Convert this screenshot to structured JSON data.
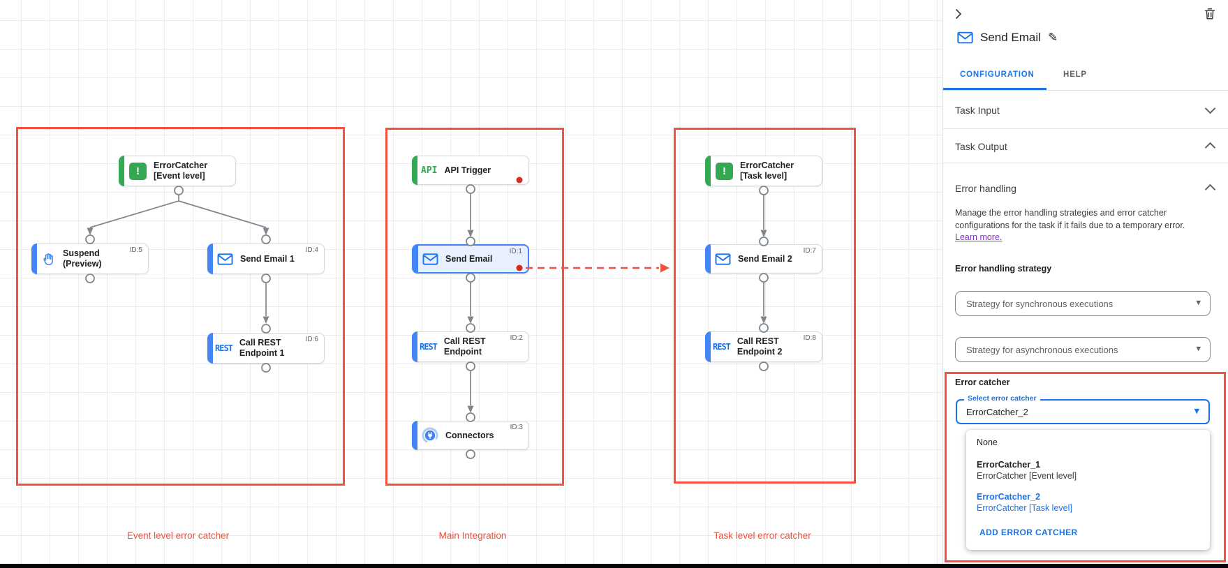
{
  "colors": {
    "annotation_red": "#f4503c",
    "accent_blue": "#1a73e8",
    "task_blue": "#4285f4",
    "trigger_green": "#34a853",
    "breakpoint_dot_red": "#d62d20",
    "selected_node_bg": "#e8f0fe",
    "link_purple": "#8430ce"
  },
  "canvas": {
    "groups": [
      {
        "caption": "Event level error catcher"
      },
      {
        "caption": "Main Integration"
      },
      {
        "caption": "Task level error catcher"
      }
    ],
    "icon_labels": {
      "api": "API",
      "rest": "REST"
    },
    "nodes": {
      "ec_event": {
        "line1": "ErrorCatcher",
        "line2": "[Event level]"
      },
      "suspend": {
        "line1": "Suspend",
        "line2": "(Preview)",
        "id": "ID:5"
      },
      "send1": {
        "line1": "Send Email 1",
        "id": "ID:4"
      },
      "rest1": {
        "line1": "Call REST",
        "line2": "Endpoint 1",
        "id": "ID:6"
      },
      "api": {
        "line1": "API Trigger"
      },
      "send": {
        "line1": "Send Email",
        "id": "ID:1"
      },
      "rest": {
        "line1": "Call REST",
        "line2": "Endpoint",
        "id": "ID:2"
      },
      "connectors": {
        "line1": "Connectors",
        "id": "ID:3"
      },
      "ec_task": {
        "line1": "ErrorCatcher",
        "line2": "[Task level]"
      },
      "send2": {
        "line1": "Send Email 2",
        "id": "ID:7"
      },
      "rest2": {
        "line1": "Call REST",
        "line2": "Endpoint 2",
        "id": "ID:8"
      }
    }
  },
  "panel": {
    "title": "Send Email",
    "tabs": {
      "configuration": "CONFIGURATION",
      "help": "HELP"
    },
    "sections": {
      "task_input": "Task Input",
      "task_output": "Task Output",
      "error_handling": "Error handling"
    },
    "error_handling": {
      "description": "Manage the error handling strategies and error catcher configurations for the task if it fails due to a temporary error.",
      "learn_more": "Learn more.",
      "strategy_label": "Error handling strategy",
      "sync_placeholder": "Strategy for synchronous executions",
      "async_placeholder": "Strategy for asynchronous executions",
      "error_catcher_label": "Error catcher",
      "select_label": "Select error catcher",
      "select_value": "ErrorCatcher_2",
      "menu": {
        "none": "None",
        "opt1_title": "ErrorCatcher_1",
        "opt1_sub": "ErrorCatcher [Event level]",
        "opt2_title": "ErrorCatcher_2",
        "opt2_sub": "ErrorCatcher [Task level]",
        "add": "ADD ERROR CATCHER"
      }
    }
  }
}
